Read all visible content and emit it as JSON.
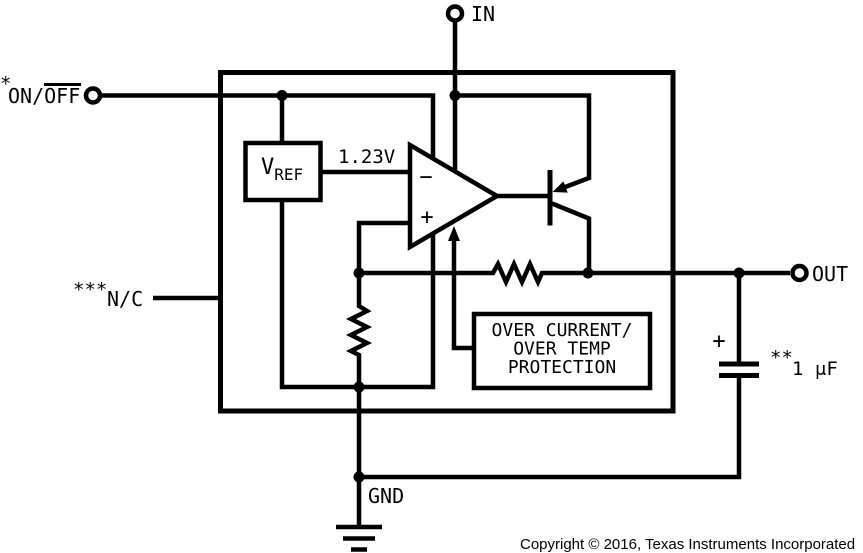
{
  "labels": {
    "pin_in": "IN",
    "pin_out": "OUT",
    "pin_gnd": "GND",
    "pin_on_off": "ON/OFF",
    "pin_nc": "N/C",
    "note_on_off": "*",
    "note_nc": "***",
    "note_cap": "**",
    "cap_value": "1 μF",
    "cap_polarity": "+",
    "vref_v": "V",
    "vref_sub": "REF",
    "vref_voltage": "1.23V",
    "opamp_minus": "−",
    "opamp_plus": "+",
    "protection": [
      "OVER CURRENT/",
      "OVER TEMP",
      "PROTECTION"
    ],
    "copyright": "Copyright © 2016, Texas Instruments Incorporated"
  },
  "colors": {
    "ink": "#000000",
    "background": "#ffffff"
  }
}
